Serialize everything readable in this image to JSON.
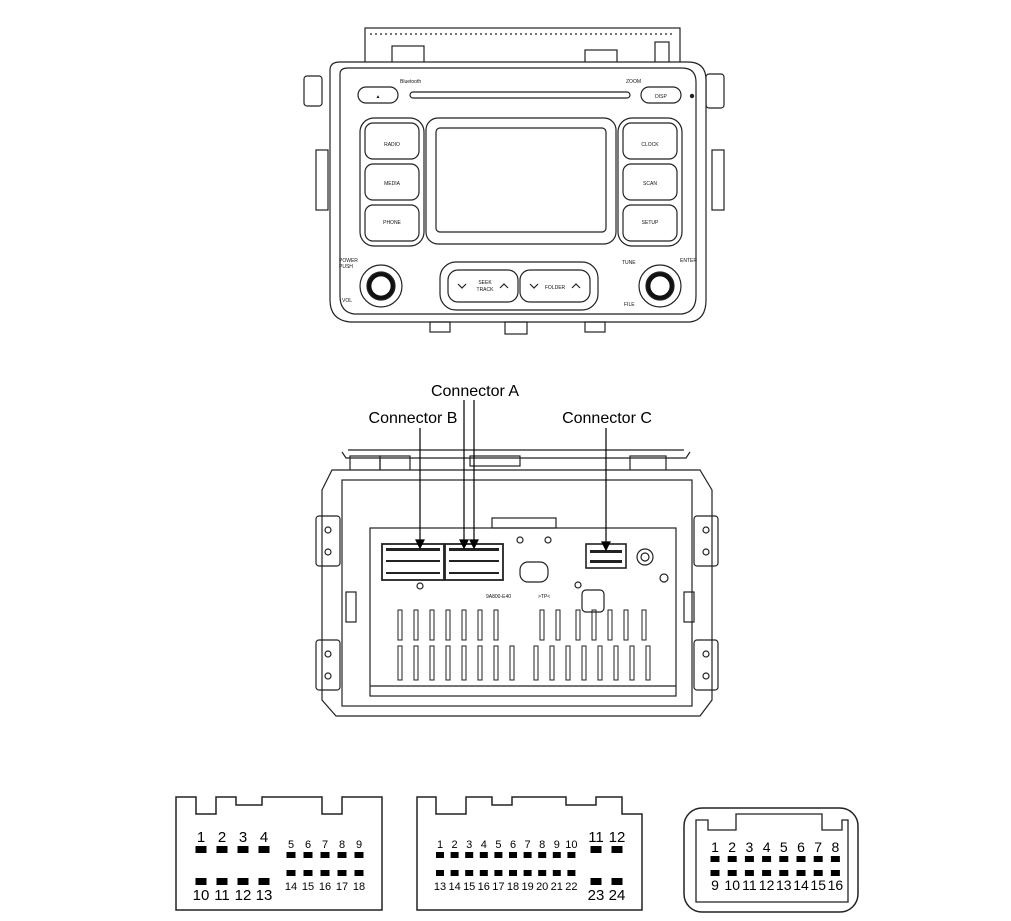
{
  "front_panel": {
    "top_left_text": "Bluetooth",
    "top_right_text": "ZOOM",
    "eject_symbol": "▲",
    "disp_label": "DISP",
    "radio_label": "RADIO",
    "media_label": "MEDIA",
    "phone_label": "PHONE",
    "clock_label": "CLOCK",
    "scan_label": "SCAN",
    "setup_label": "SETUP",
    "power_label_1": "POWER",
    "power_label_2": "PUSH",
    "vol_label": "VOL",
    "seek_label": "SEEK",
    "track_label": "TRACK",
    "folder_label": "FOLDER",
    "tune_label": "TUNE",
    "enter_label": "ENTER",
    "file_label": "FILE"
  },
  "rear_panel": {
    "label_a": "Connector A",
    "label_b": "Connector B",
    "label_c": "Connector C",
    "marking_1": "9A800-E40",
    "marking_2": ">TP<"
  },
  "connector_b": {
    "top": [
      "1",
      "2",
      "3",
      "4"
    ],
    "bottom": [
      "10",
      "11",
      "12",
      "13"
    ],
    "top_small": [
      "5",
      "6",
      "7",
      "8",
      "9"
    ],
    "bottom_small": [
      "14",
      "15",
      "16",
      "17",
      "18"
    ]
  },
  "connector_a": {
    "top": [
      "1",
      "2",
      "3",
      "4",
      "5",
      "6",
      "7",
      "8",
      "9",
      "10"
    ],
    "bottom": [
      "13",
      "14",
      "15",
      "16",
      "17",
      "18",
      "19",
      "20",
      "21",
      "22"
    ],
    "side_top": [
      "11",
      "12"
    ],
    "side_bottom": [
      "23",
      "24"
    ]
  },
  "connector_c": {
    "top": [
      "1",
      "2",
      "3",
      "4",
      "5",
      "6",
      "7",
      "8"
    ],
    "bottom": [
      "9",
      "10",
      "11",
      "12",
      "13",
      "14",
      "15",
      "16"
    ]
  }
}
